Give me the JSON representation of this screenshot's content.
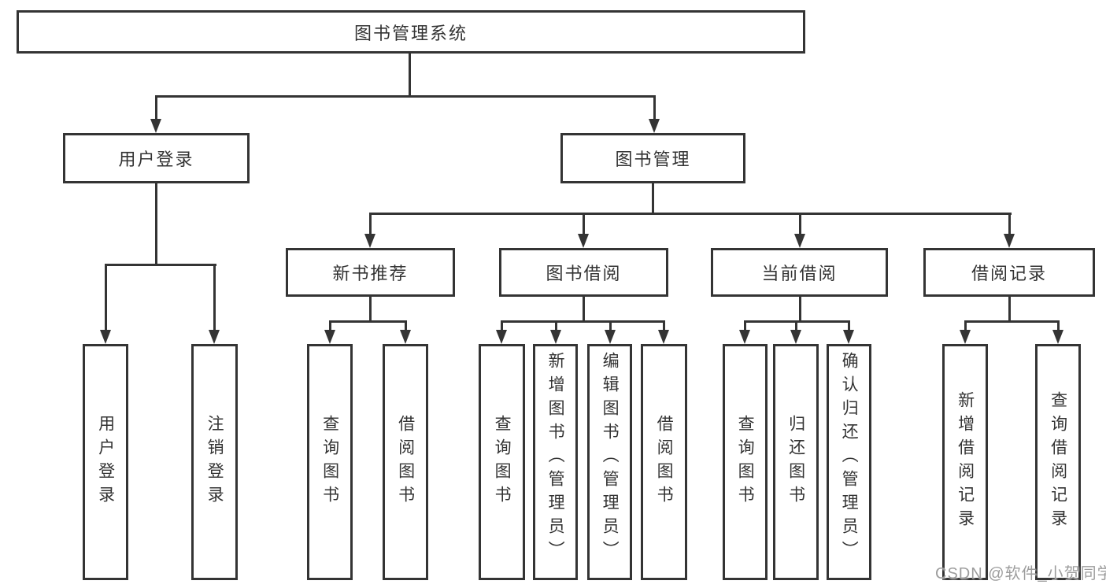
{
  "tree": {
    "label": "图书管理系统",
    "children": [
      {
        "label": "用户登录",
        "children": [
          {
            "label": "用户登录"
          },
          {
            "label": "注销登录"
          }
        ]
      },
      {
        "label": "图书管理",
        "children": [
          {
            "label": "新书推荐",
            "children": [
              {
                "label": "查询图书"
              },
              {
                "label": "借阅图书"
              }
            ]
          },
          {
            "label": "图书借阅",
            "children": [
              {
                "label": "查询图书"
              },
              {
                "label": "新增图书（管理员）"
              },
              {
                "label": "编辑图书（管理员）"
              },
              {
                "label": "借阅图书"
              }
            ]
          },
          {
            "label": "当前借阅",
            "children": [
              {
                "label": "查询图书"
              },
              {
                "label": "归还图书"
              },
              {
                "label": "确认归还（管理员）"
              }
            ]
          },
          {
            "label": "借阅记录",
            "children": [
              {
                "label": "新增借阅记录"
              },
              {
                "label": "查询借阅记录"
              }
            ]
          }
        ]
      }
    ]
  },
  "watermark": {
    "text": "CSDN @软件_小贺同学"
  },
  "colors": {
    "line": "#343434",
    "text": "#333333",
    "watermark": "#9d9d9d",
    "background": "#ffffff"
  }
}
